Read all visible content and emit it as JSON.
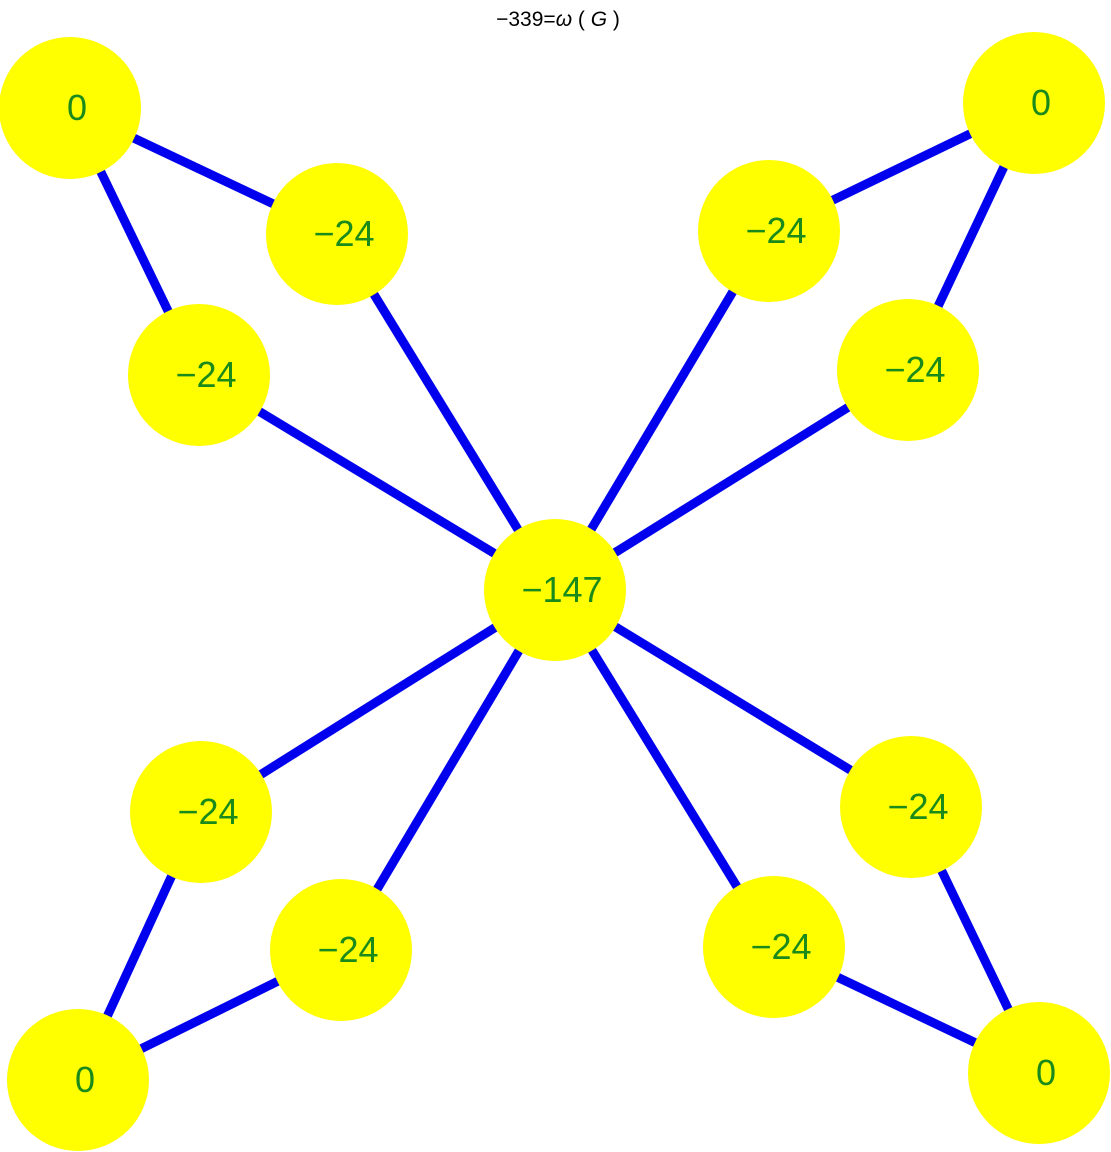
{
  "title": {
    "prefix": "−339=",
    "omega": "ω",
    "open": " ( ",
    "g": "G",
    "close": " )"
  },
  "colors": {
    "node_fill": "#ffff00",
    "edge": "#0000ee",
    "label": "#1a8a1a",
    "title": "#000000"
  },
  "nodes": [
    {
      "id": "tl-corner",
      "label": "0"
    },
    {
      "id": "tl-upper",
      "label": "−24"
    },
    {
      "id": "tl-lower",
      "label": "−24"
    },
    {
      "id": "tr-corner",
      "label": "0"
    },
    {
      "id": "tr-upper",
      "label": "−24"
    },
    {
      "id": "tr-lower",
      "label": "−24"
    },
    {
      "id": "center",
      "label": "−147"
    },
    {
      "id": "bl-upper",
      "label": "−24"
    },
    {
      "id": "bl-lower",
      "label": "−24"
    },
    {
      "id": "bl-corner",
      "label": "0"
    },
    {
      "id": "br-upper",
      "label": "−24"
    },
    {
      "id": "br-lower",
      "label": "−24"
    },
    {
      "id": "br-corner",
      "label": "0"
    }
  ],
  "edges": [
    [
      "tl-corner",
      "tl-upper"
    ],
    [
      "tl-corner",
      "tl-lower"
    ],
    [
      "tl-upper",
      "center"
    ],
    [
      "tl-lower",
      "center"
    ],
    [
      "tr-corner",
      "tr-upper"
    ],
    [
      "tr-corner",
      "tr-lower"
    ],
    [
      "tr-upper",
      "center"
    ],
    [
      "tr-lower",
      "center"
    ],
    [
      "bl-upper",
      "center"
    ],
    [
      "bl-lower",
      "center"
    ],
    [
      "bl-corner",
      "bl-upper"
    ],
    [
      "bl-corner",
      "bl-lower"
    ],
    [
      "br-upper",
      "center"
    ],
    [
      "br-lower",
      "center"
    ],
    [
      "br-corner",
      "br-upper"
    ],
    [
      "br-corner",
      "br-lower"
    ]
  ]
}
